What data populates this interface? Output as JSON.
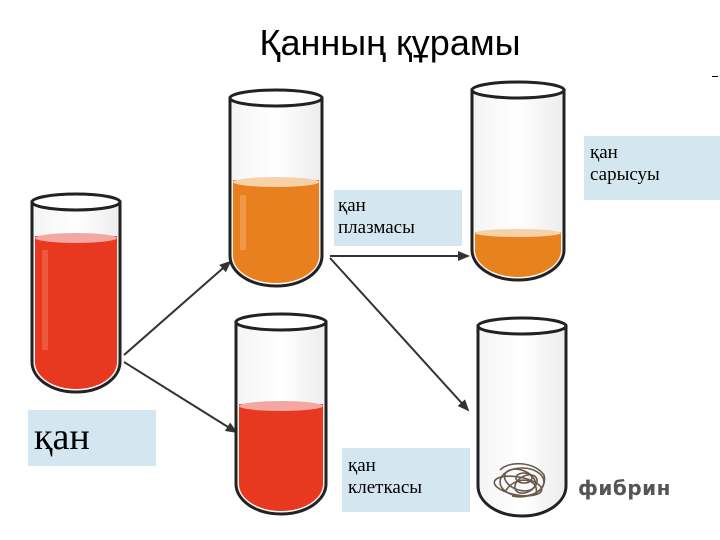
{
  "title": "Қанның құрамы",
  "labels": {
    "blood": "қан",
    "plasma_line1": "қан",
    "plasma_line2": "плазмасы",
    "serum_line1": "қан",
    "serum_line2": "сарысуы",
    "cells_line1": "қан",
    "cells_line2": "клеткасы",
    "fibrin": "фибрин"
  },
  "colors": {
    "blood_red": "#e8381f",
    "plasma_orange": "#e9801f",
    "serum_orange": "#e8821d",
    "label_box": "#d4e6ef"
  }
}
